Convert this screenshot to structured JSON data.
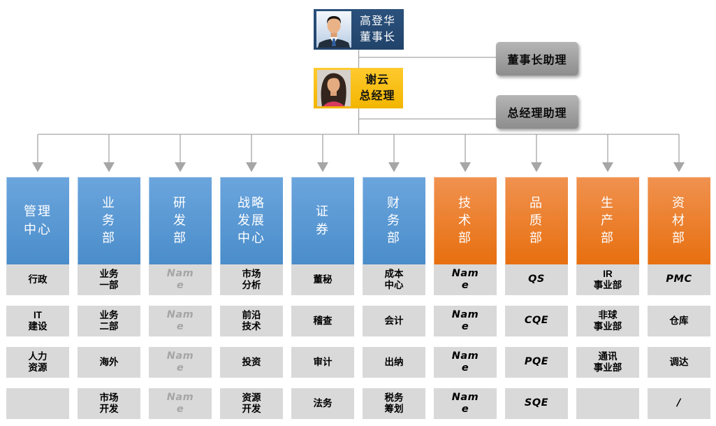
{
  "org": {
    "chairman": {
      "name": "高登华",
      "title": "董事长"
    },
    "gm": {
      "name": "谢云",
      "title": "总经理"
    },
    "assistants": [
      "董事长助理",
      "总经理助理"
    ],
    "columns": [
      {
        "title": "管理\n中心",
        "color": "#5B9BD5",
        "items": [
          "行政",
          "IT\n建设",
          "人力\n资源",
          ""
        ]
      },
      {
        "title": "业\n务\n部",
        "color": "#5B9BD5",
        "items": [
          "业务\n一部",
          "业务\n二部",
          "海外",
          "市场\n开发"
        ]
      },
      {
        "title": "研\n发\n部",
        "color": "#5B9BD5",
        "items": [
          "Nam\ne",
          "Nam\ne",
          "Nam\ne",
          "Nam\ne"
        ]
      },
      {
        "title": "战略\n发展\n中心",
        "color": "#5B9BD5",
        "items": [
          "市场\n分析",
          "前沿\n技术",
          "投资",
          "资源\n开发"
        ]
      },
      {
        "title": "证\n券",
        "color": "#5B9BD5",
        "items": [
          "董秘",
          "稽查",
          "审计",
          "法务"
        ]
      },
      {
        "title": "财\n务\n部",
        "color": "#5B9BD5",
        "items": [
          "成本\n中心",
          "会计",
          "出纳",
          "税务\n筹划"
        ]
      },
      {
        "title": "技\n术\n部",
        "color": "#ED7D31",
        "items": [
          "Nam\ne",
          "Nam\ne",
          "Nam\ne",
          "Nam\ne"
        ]
      },
      {
        "title": "品\n质\n部",
        "color": "#ED7D31",
        "items": [
          "QS",
          "CQE",
          "PQE",
          "SQE"
        ]
      },
      {
        "title": "生\n产\n部",
        "color": "#ED7D31",
        "items": [
          "IR\n事业部",
          "非球\n事业部",
          "通讯\n事业部",
          ""
        ]
      },
      {
        "title": "资\n材\n部",
        "color": "#ED7D31",
        "items": [
          "PMC",
          "仓库",
          "调达",
          "/"
        ]
      }
    ],
    "icons": {
      "chairman_photo": "male-portrait-photo",
      "gm_photo": "female-portrait-photo"
    },
    "colors": {
      "chairman_bg": "#24486E",
      "gm_bg": "#FFC000",
      "assistant_bg": "#9E9E9E",
      "dept_blue": "#5B9BD5",
      "dept_orange": "#ED7D31",
      "item_bg": "#D9D9D9",
      "connector_line": "#A6A6A6",
      "ghost_text": "#A6A6A6"
    }
  }
}
